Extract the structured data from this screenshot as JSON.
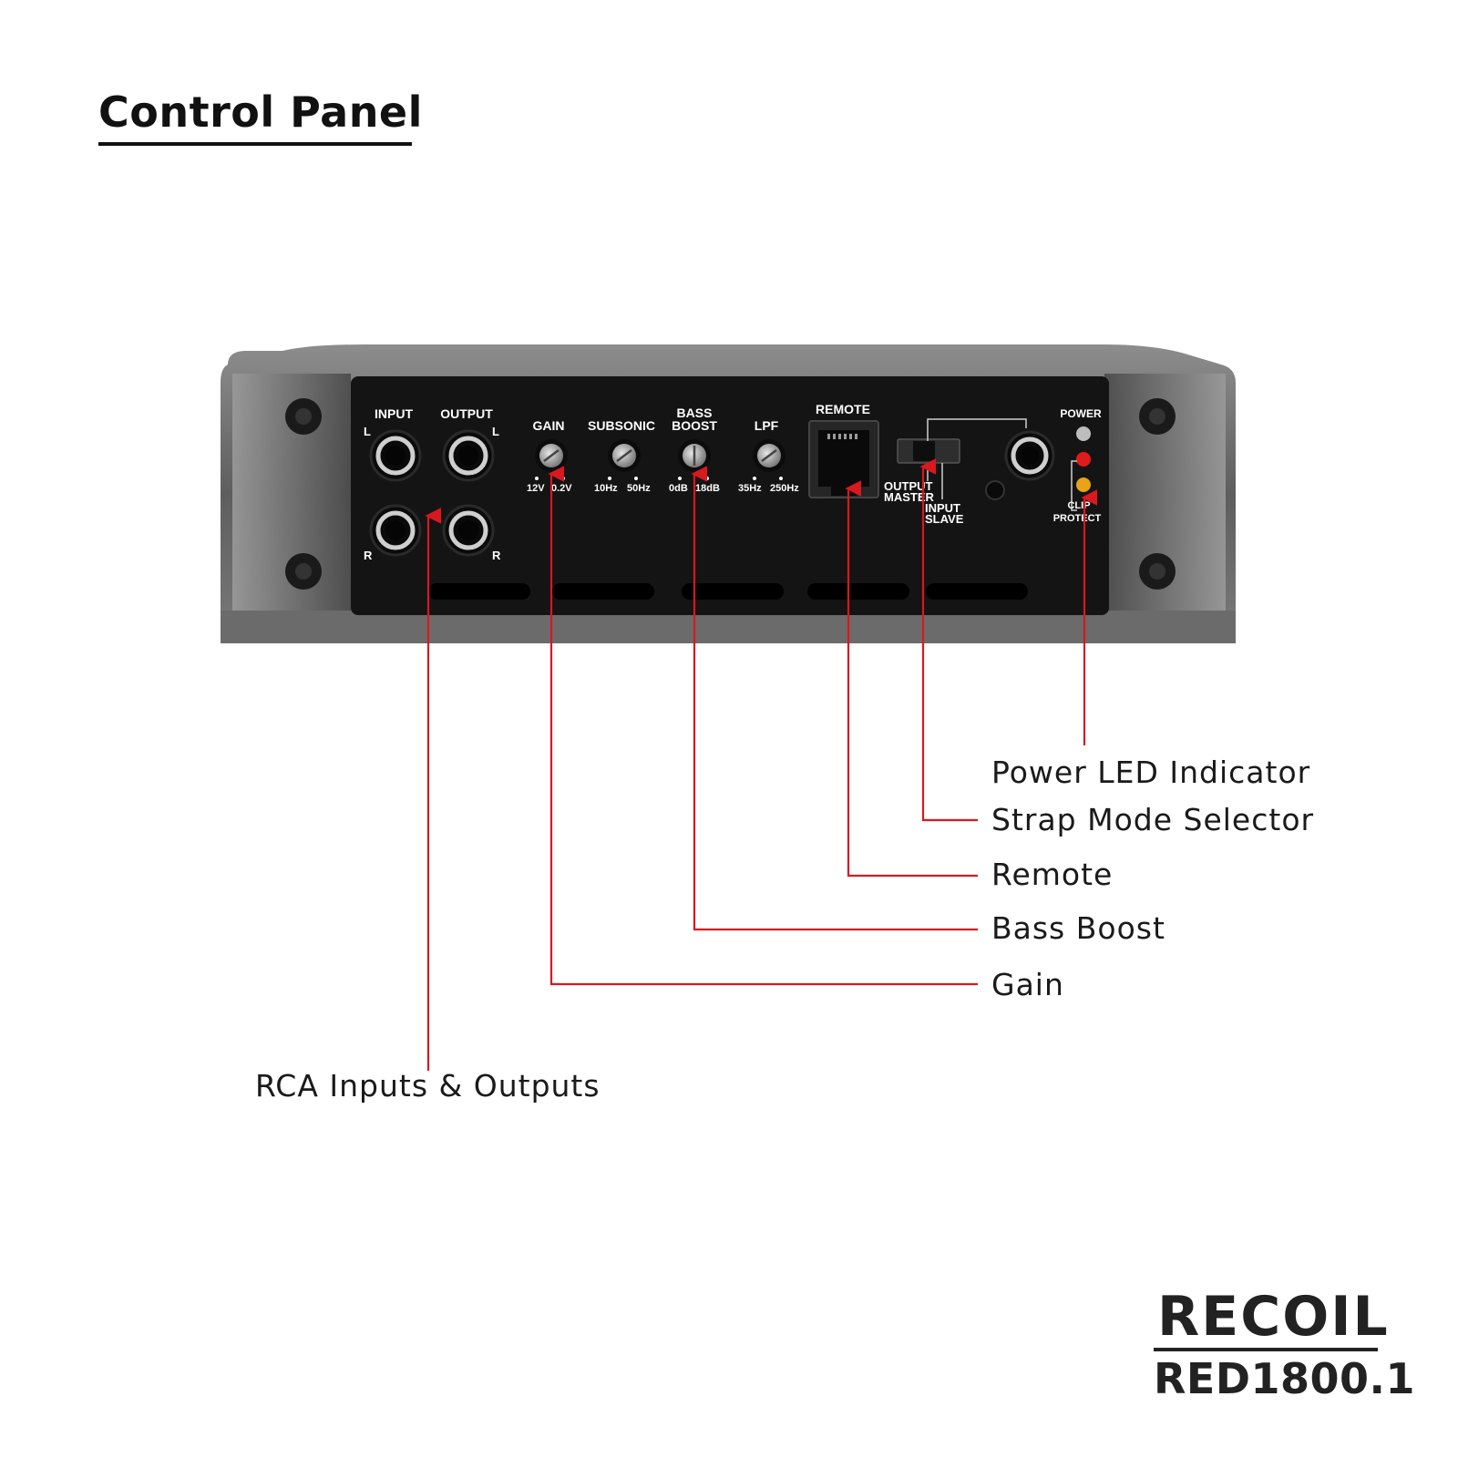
{
  "header": {
    "title": "Control Panel"
  },
  "panel": {
    "input_label": "INPUT",
    "output_label": "OUTPUT",
    "left_mark": "L",
    "right_mark": "R",
    "gain_label": "GAIN",
    "gain_min": "12V",
    "gain_max": "0.2V",
    "subsonic_label": "SUBSONIC",
    "subsonic_min": "10Hz",
    "subsonic_max": "50Hz",
    "bass_label_1": "BASS",
    "bass_label_2": "BOOST",
    "bass_min": "0dB",
    "bass_max": "18dB",
    "lpf_label": "LPF",
    "lpf_min": "35Hz",
    "lpf_max": "250Hz",
    "remote_label": "REMOTE",
    "output_master_1": "OUTPUT",
    "output_master_2": "MASTER",
    "input_slave_1": "INPUT",
    "input_slave_2": "SLAVE",
    "power_label": "POWER",
    "clip_label": "CLIP",
    "protect_label": "PROTECT"
  },
  "callouts": {
    "power_led": "Power LED Indicator",
    "strap_mode": "Strap Mode Selector",
    "remote": "Remote",
    "bass_boost": "Bass Boost",
    "gain": "Gain",
    "rca": "RCA Inputs & Outputs"
  },
  "brand": {
    "name": "RECOIL",
    "model": "RED1800.1"
  },
  "colors": {
    "callout_red": "#d9181f",
    "led_red": "#e01b1b",
    "led_amber": "#e8a317"
  }
}
